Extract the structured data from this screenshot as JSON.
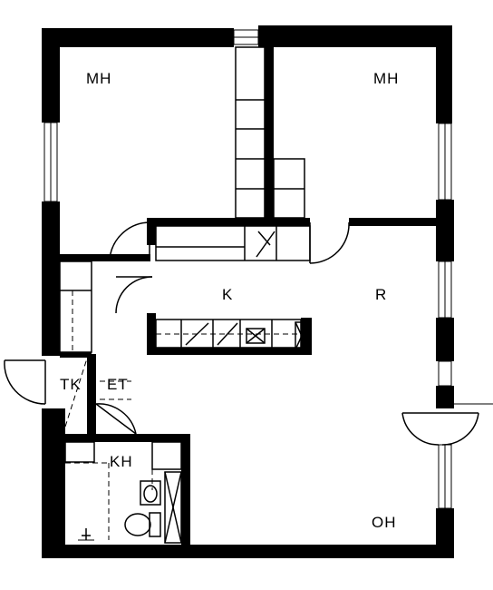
{
  "rooms": {
    "mh_left": "MH",
    "mh_right": "MH",
    "k": "K",
    "r": "R",
    "tk": "TK",
    "et": "ET",
    "kh": "KH",
    "oh": "OH"
  }
}
